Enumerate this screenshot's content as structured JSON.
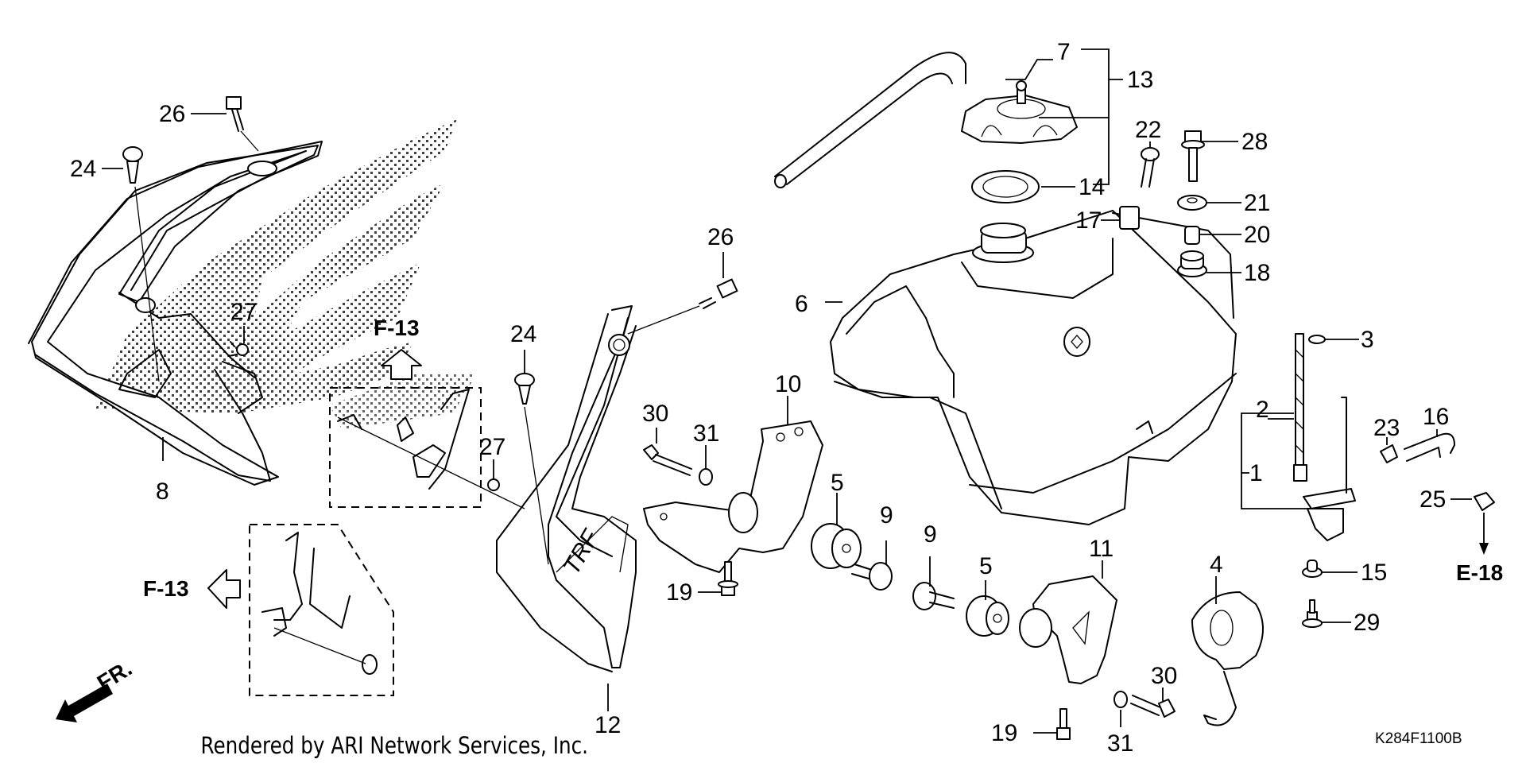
{
  "diagram": {
    "title": "Fuel Tank / Shroud Exploded Parts Diagram",
    "colors": {
      "line": "#000000",
      "background": "#ffffff",
      "stipple": "#000000"
    },
    "callouts": [
      {
        "id": "c1",
        "label": "1",
        "part": "fuel-valve"
      },
      {
        "id": "c2",
        "label": "2",
        "part": "fuel-strainer"
      },
      {
        "id": "c3",
        "label": "3",
        "part": "o-ring"
      },
      {
        "id": "c4",
        "label": "4",
        "part": "fuel-tank-band"
      },
      {
        "id": "c5a",
        "label": "5",
        "part": "rubber-mount-left"
      },
      {
        "id": "c5b",
        "label": "5",
        "part": "rubber-mount-right"
      },
      {
        "id": "c6",
        "label": "6",
        "part": "fuel-tank"
      },
      {
        "id": "c7",
        "label": "7",
        "part": "breather-tube"
      },
      {
        "id": "c8",
        "label": "8",
        "part": "shroud-right"
      },
      {
        "id": "c9a",
        "label": "9",
        "part": "collar-left"
      },
      {
        "id": "c9b",
        "label": "9",
        "part": "collar-right"
      },
      {
        "id": "c10",
        "label": "10",
        "part": "tank-bracket-left"
      },
      {
        "id": "c11",
        "label": "11",
        "part": "tank-bracket-right"
      },
      {
        "id": "c12",
        "label": "12",
        "part": "shroud-left"
      },
      {
        "id": "c13",
        "label": "13",
        "part": "fuel-cap-assembly"
      },
      {
        "id": "c14",
        "label": "14",
        "part": "cap-gasket"
      },
      {
        "id": "c15",
        "label": "15",
        "part": "nut"
      },
      {
        "id": "c16",
        "label": "16",
        "part": "fuel-tube"
      },
      {
        "id": "c17",
        "label": "17",
        "part": "collar"
      },
      {
        "id": "c18",
        "label": "18",
        "part": "rubber-grommet"
      },
      {
        "id": "c19a",
        "label": "19",
        "part": "bolt-left"
      },
      {
        "id": "c19b",
        "label": "19",
        "part": "bolt-right"
      },
      {
        "id": "c20",
        "label": "20",
        "part": "collar"
      },
      {
        "id": "c21",
        "label": "21",
        "part": "washer"
      },
      {
        "id": "c22",
        "label": "22",
        "part": "screw"
      },
      {
        "id": "c23",
        "label": "23",
        "part": "tube-clip"
      },
      {
        "id": "c24a",
        "label": "24",
        "part": "trim-clip-top"
      },
      {
        "id": "c24b",
        "label": "24",
        "part": "trim-clip-mid"
      },
      {
        "id": "c25",
        "label": "25",
        "part": "tube-clip"
      },
      {
        "id": "c26a",
        "label": "26",
        "part": "bolt-top"
      },
      {
        "id": "c26b",
        "label": "26",
        "part": "bolt-mid"
      },
      {
        "id": "c27a",
        "label": "27",
        "part": "screw-left"
      },
      {
        "id": "c27b",
        "label": "27",
        "part": "screw-mid"
      },
      {
        "id": "c28",
        "label": "28",
        "part": "flange-bolt"
      },
      {
        "id": "c29",
        "label": "29",
        "part": "bolt"
      },
      {
        "id": "c30a",
        "label": "30",
        "part": "flange-bolt-left"
      },
      {
        "id": "c30b",
        "label": "30",
        "part": "flange-bolt-right"
      },
      {
        "id": "c31a",
        "label": "31",
        "part": "washer-left"
      },
      {
        "id": "c31b",
        "label": "31",
        "part": "washer-right"
      }
    ],
    "references": [
      {
        "id": "ref-f13-up",
        "label": "F-13",
        "direction": "up"
      },
      {
        "id": "ref-f13-left",
        "label": "F-13",
        "direction": "left"
      },
      {
        "id": "ref-e18",
        "label": "E-18",
        "direction": "down"
      }
    ],
    "front_indicator": "FR.",
    "decal_text": "TRF",
    "credit": "Rendered by ARI Network Services, Inc.",
    "diagram_code": "K284F1100B"
  }
}
